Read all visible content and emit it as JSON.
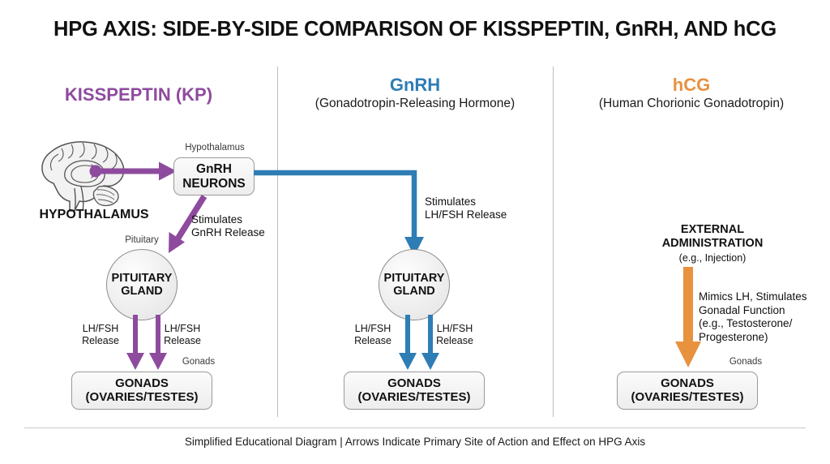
{
  "title": "HPG AXIS: SIDE-BY-SIDE COMPARISON OF KISSPEPTIN, GnRH, AND hCG",
  "colors": {
    "kisspeptin_purple": "#8e4b9e",
    "gnrh_blue": "#2e7db5",
    "hcg_orange": "#e8913f",
    "divider_gray": "#bdbdbd",
    "node_border": "#9a9a9a",
    "text_black": "#111111"
  },
  "columns": [
    {
      "id": "kisspeptin",
      "title": "KISSPEPTIN (KP)",
      "subtitle": "",
      "accent": "#8e4b9e",
      "brain_label": "HYPOTHALAMUS",
      "nodes": {
        "gnrh_neurons_caption": "Hypothalamus",
        "gnrh_neurons_line1": "GnRH",
        "gnrh_neurons_line2": "NEURONS",
        "pituitary_caption": "Pituitary",
        "pituitary_line1": "PITUITARY",
        "pituitary_line2": "GLAND",
        "gonads_caption": "Gonads",
        "gonads_line1": "GONADS",
        "gonads_line2": "(OVARIES/TESTES)"
      },
      "annotations": {
        "stimulates_line1": "Stimulates",
        "stimulates_line2": "GnRH Release",
        "lhfsh_left_line1": "LH/FSH",
        "lhfsh_left_line2": "Release",
        "lhfsh_right_line1": "LH/FSH",
        "lhfsh_right_line2": "Release"
      }
    },
    {
      "id": "gnrh",
      "title": "GnRH",
      "subtitle": "(Gonadotropin-Releasing Hormone)",
      "accent": "#2e7db5",
      "nodes": {
        "pituitary_line1": "PITUITARY",
        "pituitary_line2": "GLAND",
        "gonads_line1": "GONADS",
        "gonads_line2": "(OVARIES/TESTES)"
      },
      "annotations": {
        "stimulates_line1": "Stimulates",
        "stimulates_line2": "LH/FSH Release",
        "lhfsh_left_line1": "LH/FSH",
        "lhfsh_left_line2": "Release",
        "lhfsh_right_line1": "LH/FSH",
        "lhfsh_right_line2": "Release"
      }
    },
    {
      "id": "hcg",
      "title": "hCG",
      "subtitle": "(Human Chorionic Gonadotropin)",
      "accent": "#e8913f",
      "nodes": {
        "source_line1": "EXTERNAL",
        "source_line2": "ADMINISTRATION",
        "source_sub": "(e.g., Injection)",
        "gonads_caption": "Gonads",
        "gonads_line1": "GONADS",
        "gonads_line2": "(OVARIES/TESTES)"
      },
      "annotations": {
        "effect_line1": "Mimics LH, Stimulates",
        "effect_line2": "Gonadal Function",
        "effect_line3": "(e.g., Testosterone/",
        "effect_line4": "Progesterone)"
      }
    }
  ],
  "footer": "Simplified Educational Diagram | Arrows Indicate Primary Site of Action and Effect on HPG Axis"
}
